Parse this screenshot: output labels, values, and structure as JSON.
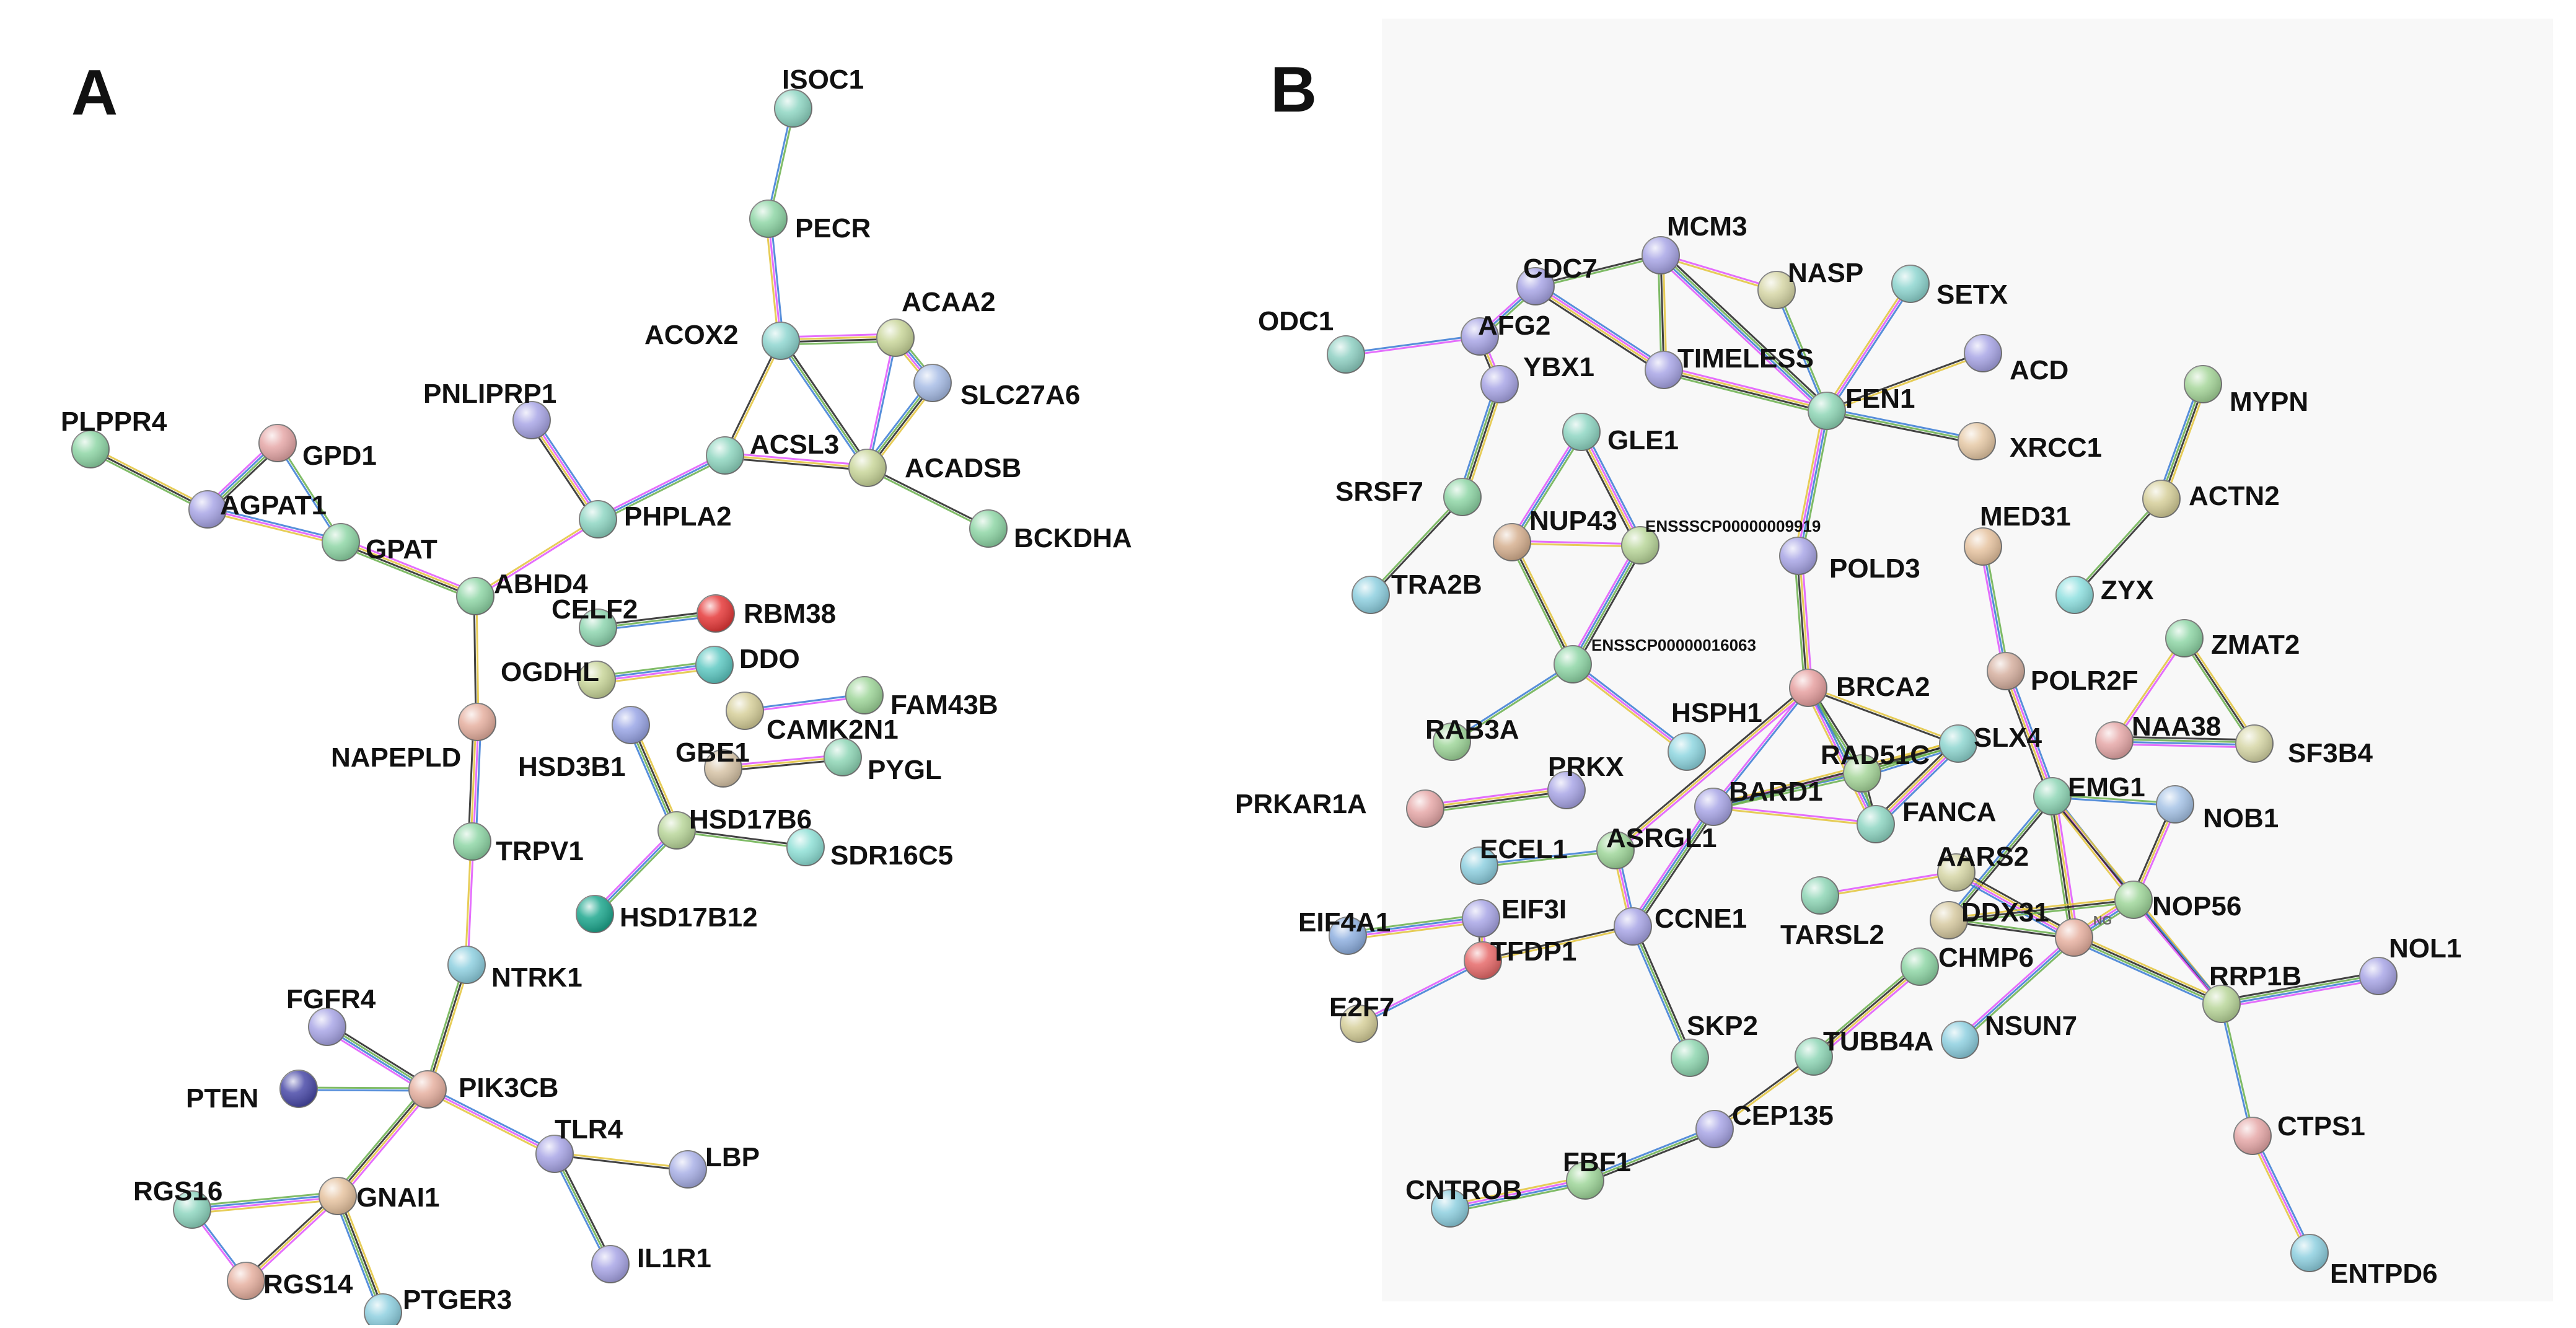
{
  "panels": [
    {
      "letter": "A",
      "nodes": [
        {
          "id": "ISOC1",
          "label": "ISOC1",
          "color": "#8fd6c3"
        },
        {
          "id": "PECR",
          "label": "PECR",
          "color": "#8fd6a6"
        },
        {
          "id": "ACOX2",
          "label": "ACOX2",
          "color": "#8fd6d0"
        },
        {
          "id": "ACAA2",
          "label": "ACAA2",
          "color": "#c9d69a"
        },
        {
          "id": "SLC27A6",
          "label": "SLC27A6",
          "color": "#a8bde6"
        },
        {
          "id": "ACSL3",
          "label": "ACSL3",
          "color": "#8fd6c0"
        },
        {
          "id": "ACADSB",
          "label": "ACADSB",
          "color": "#c9d69a"
        },
        {
          "id": "BCKDHA",
          "label": "BCKDHA",
          "color": "#8fd6a6"
        },
        {
          "id": "PNLIPRP1",
          "label": "PNLIPRP1",
          "color": "#a9a6e6"
        },
        {
          "id": "PHPLA2",
          "label": "PHPLA2",
          "color": "#8fd6c3"
        },
        {
          "id": "PLPPR4",
          "label": "PLPPR4",
          "color": "#8fd6a6"
        },
        {
          "id": "GPD1",
          "label": "GPD1",
          "color": "#e6a8a8"
        },
        {
          "id": "AGPAT1",
          "label": "AGPAT1",
          "color": "#a9a6e6"
        },
        {
          "id": "GPAT",
          "label": "GPAT",
          "color": "#8fd6a6"
        },
        {
          "id": "ABHD4",
          "label": "ABHD4",
          "color": "#8fd6a6"
        },
        {
          "id": "CELF2",
          "label": "CELF2",
          "color": "#8fd6b0"
        },
        {
          "id": "RBM38",
          "label": "RBM38",
          "color": "#e63a3a"
        },
        {
          "id": "OGDHL",
          "label": "OGDHL",
          "color": "#c9d69a"
        },
        {
          "id": "DDO",
          "label": "DDO",
          "color": "#5fc9c3"
        },
        {
          "id": "FAM43B",
          "label": "FAM43B",
          "color": "#9fd69a"
        },
        {
          "id": "CAMK2N1",
          "label": "CAMK2N1",
          "color": "#d6cf9a"
        },
        {
          "id": "HSD3B1",
          "label": "HSD3B1",
          "color": "#9aa6e6"
        },
        {
          "id": "GBE1",
          "label": "GBE1",
          "color": "#d6c3a6"
        },
        {
          "id": "PYGL",
          "label": "PYGL",
          "color": "#8fd6b6"
        },
        {
          "id": "NAPEPLD",
          "label": "NAPEPLD",
          "color": "#e6b0a0"
        },
        {
          "id": "HSD17B6",
          "label": "HSD17B6",
          "color": "#b9d69a"
        },
        {
          "id": "SDR16C5",
          "label": "SDR16C5",
          "color": "#8fe0d6"
        },
        {
          "id": "TRPV1",
          "label": "TRPV1",
          "color": "#8fd6a6"
        },
        {
          "id": "HSD17B12",
          "label": "HSD17B12",
          "color": "#1fa88f"
        },
        {
          "id": "NTRK1",
          "label": "NTRK1",
          "color": "#8fd0e0"
        },
        {
          "id": "FGFR4",
          "label": "FGFR4",
          "color": "#a9a6e6"
        },
        {
          "id": "PTEN",
          "label": "PTEN",
          "color": "#4a4aa8"
        },
        {
          "id": "PIK3CB",
          "label": "PIK3CB",
          "color": "#e6b0a0"
        },
        {
          "id": "TLR4",
          "label": "TLR4",
          "color": "#a9a6e6"
        },
        {
          "id": "LBP",
          "label": "LBP",
          "color": "#a9b0e6"
        },
        {
          "id": "RGS16",
          "label": "RGS16",
          "color": "#8fd6c0"
        },
        {
          "id": "GNAI1",
          "label": "GNAI1",
          "color": "#e6c3a0"
        },
        {
          "id": "RGS14",
          "label": "RGS14",
          "color": "#e6b0a0"
        },
        {
          "id": "PTGER3",
          "label": "PTGER3",
          "color": "#8fd0e0"
        },
        {
          "id": "IL1R1",
          "label": "IL1R1",
          "color": "#a9a6e6"
        }
      ]
    },
    {
      "letter": "B",
      "nodes": [
        {
          "id": "MCM3",
          "label": "MCM3",
          "color": "#a9a6e6"
        },
        {
          "id": "CDC7",
          "label": "CDC7",
          "color": "#a9a6e6"
        },
        {
          "id": "NASP",
          "label": "NASP",
          "color": "#d6d6a6"
        },
        {
          "id": "SETX",
          "label": "SETX",
          "color": "#8fd6d0"
        },
        {
          "id": "ODC1",
          "label": "ODC1",
          "color": "#8fd0c3"
        },
        {
          "id": "AFG2",
          "label": "AFG2",
          "color": "#a9a6e6"
        },
        {
          "id": "TIMELESS",
          "label": "TIMELESS",
          "color": "#a9a6e6"
        },
        {
          "id": "ACD",
          "label": "ACD",
          "color": "#a9a6e6"
        },
        {
          "id": "YBX1",
          "label": "YBX1",
          "color": "#a9a6e6"
        },
        {
          "id": "FEN1",
          "label": "FEN1",
          "color": "#8fd6b6"
        },
        {
          "id": "MYPN",
          "label": "MYPN",
          "color": "#a6d69a"
        },
        {
          "id": "GLE1",
          "label": "GLE1",
          "color": "#8fd6c3"
        },
        {
          "id": "XRCC1",
          "label": "XRCC1",
          "color": "#e6c9a6"
        },
        {
          "id": "SRSF7",
          "label": "SRSF7",
          "color": "#8fd6a6"
        },
        {
          "id": "ACTN2",
          "label": "ACTN2",
          "color": "#d6cf9a"
        },
        {
          "id": "NUP43",
          "label": "NUP43",
          "color": "#d6b090"
        },
        {
          "id": "ENSSSCP00000009919",
          "label": "ENSSSCP00000009919",
          "color": "#b9d69a"
        },
        {
          "id": "MED31",
          "label": "MED31",
          "color": "#e6c3a0"
        },
        {
          "id": "TRA2B",
          "label": "TRA2B",
          "color": "#8fd0e0"
        },
        {
          "id": "POLD3",
          "label": "POLD3",
          "color": "#a9a6e6"
        },
        {
          "id": "ZYX",
          "label": "ZYX",
          "color": "#8fe0e0"
        },
        {
          "id": "ENSSCP00000016063",
          "label": "ENSSCP00000016063",
          "color": "#8fd6a6"
        },
        {
          "id": "ZMAT2",
          "label": "ZMAT2",
          "color": "#8fd6a6"
        },
        {
          "id": "BRCA2",
          "label": "BRCA2",
          "color": "#e6a0a0"
        },
        {
          "id": "POLR2F",
          "label": "POLR2F",
          "color": "#d6b0a0"
        },
        {
          "id": "RAB3A",
          "label": "RAB3A",
          "color": "#9fd69a"
        },
        {
          "id": "HSPH1",
          "label": "HSPH1",
          "color": "#8fd6e0"
        },
        {
          "id": "NAA38",
          "label": "NAA38",
          "color": "#e6a8a8"
        },
        {
          "id": "SLX4",
          "label": "SLX4",
          "color": "#8fd6d0"
        },
        {
          "id": "RAD51C",
          "label": "RAD51C",
          "color": "#a6d69a"
        },
        {
          "id": "SF3B4",
          "label": "SF3B4",
          "color": "#d6d6a6"
        },
        {
          "id": "PRKX",
          "label": "PRKX",
          "color": "#a9a6e6"
        },
        {
          "id": "PRKAR1A",
          "label": "PRKAR1A",
          "color": "#e6a8a8"
        },
        {
          "id": "BARD1",
          "label": "BARD1",
          "color": "#a9a6e6"
        },
        {
          "id": "EMG1",
          "label": "EMG1",
          "color": "#8fd6b6"
        },
        {
          "id": "FANCA",
          "label": "FANCA",
          "color": "#8fd6c3"
        },
        {
          "id": "NOB1",
          "label": "NOB1",
          "color": "#a6c3e6"
        },
        {
          "id": "ECEL1",
          "label": "ECEL1",
          "color": "#8fd0e0"
        },
        {
          "id": "ASRGL1",
          "label": "ASRGL1",
          "color": "#9fd69a"
        },
        {
          "id": "AARS2",
          "label": "AARS2",
          "color": "#d6d6a6"
        },
        {
          "id": "EIF4A1",
          "label": "EIF4A1",
          "color": "#8fb0e0"
        },
        {
          "id": "EIF3I",
          "label": "EIF3I",
          "color": "#a9a6e6"
        },
        {
          "id": "CCNE1",
          "label": "CCNE1",
          "color": "#a9a6e6"
        },
        {
          "id": "TARSL2",
          "label": "TARSL2",
          "color": "#8fd6b6"
        },
        {
          "id": "DDX31",
          "label": "DDX31",
          "color": "#d6c9a0"
        },
        {
          "id": "NG",
          "label": "NG",
          "color": "#e6b0a0"
        },
        {
          "id": "NOP56",
          "label": "NOP56",
          "color": "#9fd69a"
        },
        {
          "id": "TFDP1",
          "label": "TFDP1",
          "color": "#e66a6a"
        },
        {
          "id": "CHMP6",
          "label": "CHMP6",
          "color": "#8fd6a6"
        },
        {
          "id": "NOL1",
          "label": "NOL1",
          "color": "#a9a6e6"
        },
        {
          "id": "E2F7",
          "label": "E2F7",
          "color": "#d6cf9a"
        },
        {
          "id": "RRP1B",
          "label": "RRP1B",
          "color": "#b9d69a"
        },
        {
          "id": "SKP2",
          "label": "SKP2",
          "color": "#8fd6b0"
        },
        {
          "id": "NSUN7",
          "label": "NSUN7",
          "color": "#8fd0e0"
        },
        {
          "id": "TUBB4A",
          "label": "TUBB4A",
          "color": "#8fd6b6"
        },
        {
          "id": "CEP135",
          "label": "CEP135",
          "color": "#a9a6e6"
        },
        {
          "id": "CTPS1",
          "label": "CTPS1",
          "color": "#e6a8a8"
        },
        {
          "id": "FBF1",
          "label": "FBF1",
          "color": "#9fd69a"
        },
        {
          "id": "CNTROB",
          "label": "CNTROB",
          "color": "#8fd0e0"
        },
        {
          "id": "ENTPD6",
          "label": "ENTPD6",
          "color": "#8fd0e0"
        }
      ]
    }
  ]
}
